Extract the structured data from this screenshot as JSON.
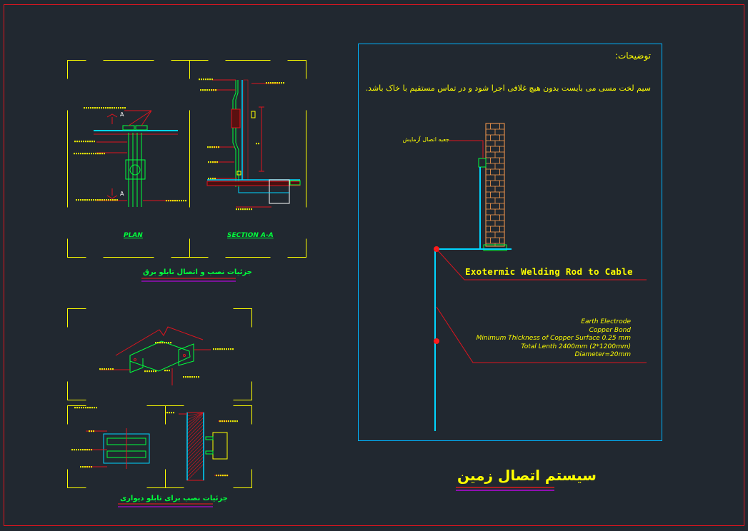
{
  "colors": {
    "background": "#212830",
    "border": "#e0141e",
    "frame": "#ffff00",
    "panel": "#00b4ff",
    "green": "#00ff3c",
    "cyan": "#00d6ff",
    "red": "#ff1a1a",
    "magenta": "#d400ff",
    "brick": "#ff9d4d"
  },
  "notes": {
    "heading": "توضیحات:",
    "body": "سیم لخت مسی می بایست بدون هیچ غلافی اجرا شود و در تماس مستقیم با خاک باشد."
  },
  "ground_detail": {
    "inspection_label": "جعبه اتصال آزمایش",
    "welding_label": "Exotermic Welding Rod to Cable",
    "electrode_lines": [
      "Earth Electrode",
      "Copper Bond",
      "Minimum Thickness of Copper Surface 0.25 mm",
      "Total Lenth 2400mm (2*1200mm)",
      "Diameter=20mm"
    ]
  },
  "main_title": "سیستم اتصال زمین",
  "panel_detail": {
    "plan_label": "PLAN",
    "section_label": "SECTION A-A",
    "marker_a": "A",
    "title": "جزئیات نصب و اتصال تابلو برق"
  },
  "wall_detail": {
    "title": "جزئیات نصب برای تابلو دیواری"
  }
}
